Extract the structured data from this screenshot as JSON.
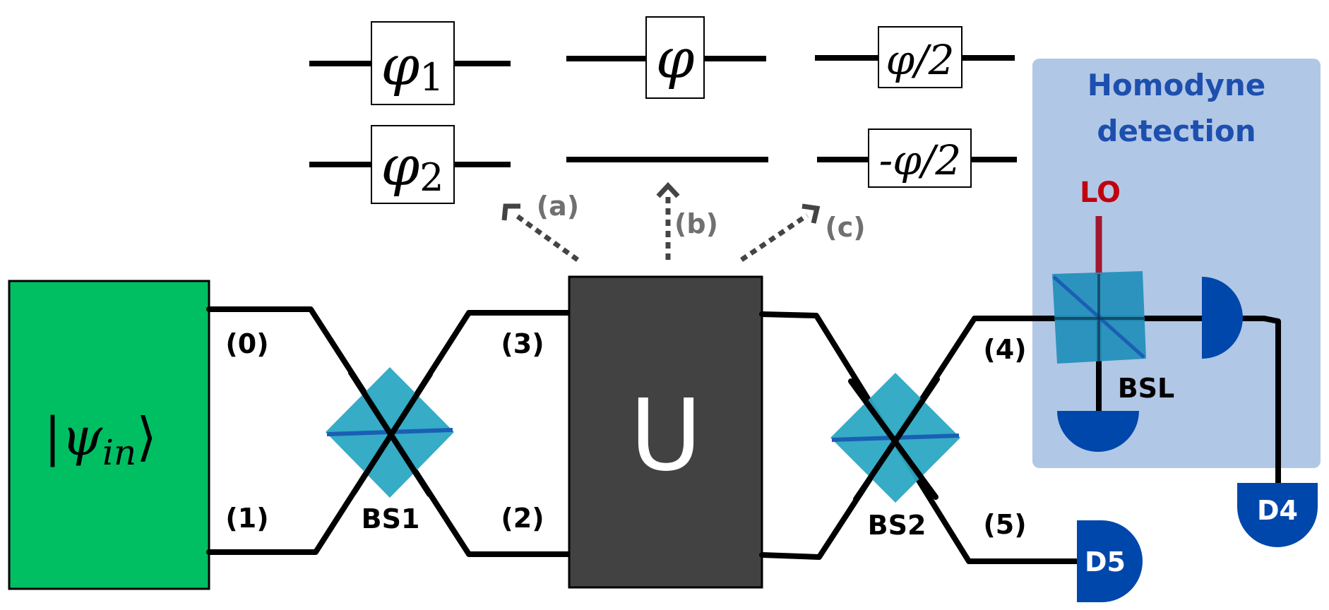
{
  "input_state": {
    "label": "|ψin⟩",
    "psi": "ψ",
    "sub": "in"
  },
  "unitary": {
    "label": "U"
  },
  "modes": {
    "m0": "(0)",
    "m1": "(1)",
    "m2": "(2)",
    "m3": "(3)",
    "m4": "(4)",
    "m5": "(5)"
  },
  "beam_splitters": {
    "bs1": "BS1",
    "bs2": "BS2",
    "bsl": "BSL"
  },
  "homodyne": {
    "title_line1": "Homodyne",
    "title_line2": "detection",
    "lo": "LO"
  },
  "detectors": {
    "d4": "D4",
    "d5": "D5"
  },
  "options": {
    "a": "(a)",
    "b": "(b)",
    "c": "(c)"
  },
  "phases": {
    "a_top": "φ",
    "a_top_sub": "1",
    "a_bot": "φ",
    "a_bot_sub": "2",
    "b_top": "φ",
    "c_top": "φ/2",
    "c_bot": "-φ/2"
  },
  "colors": {
    "input_box": "#00bf63",
    "unitary_box": "#424242",
    "beam_splitter": "#2ba8c4",
    "bs_line": "#1a5fb4",
    "detector": "#0047ab",
    "homodyne_panel": "#b1c7e6",
    "homodyne_title": "#1d4fae",
    "lo": "#c0000f",
    "option_label": "#707070"
  }
}
